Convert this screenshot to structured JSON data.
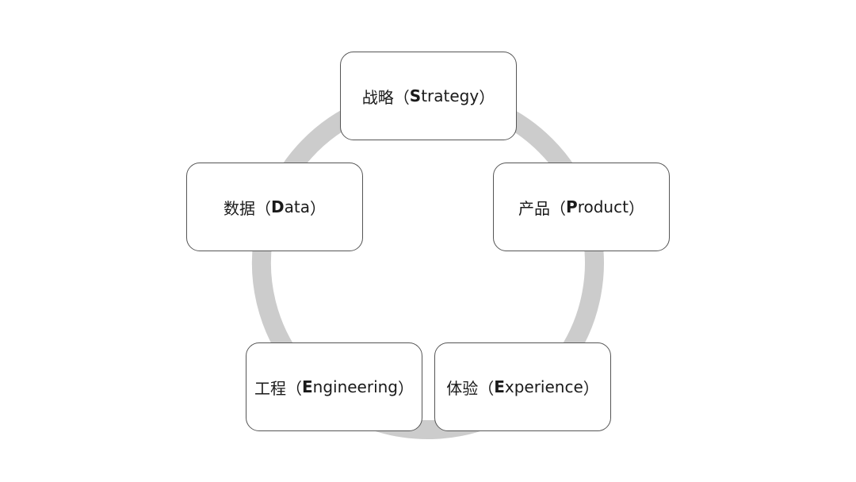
{
  "colors": {
    "ring": "#cccccc",
    "box_border": "#555555",
    "box_fill": "#ffffff",
    "text": "#1a1a1a"
  },
  "nodes": {
    "strategy": {
      "zh": "战略",
      "open": "（",
      "initial": "S",
      "rest": "trategy",
      "close": "）"
    },
    "product": {
      "zh": "产品",
      "open": "（",
      "initial": "P",
      "rest": "roduct",
      "close": "）"
    },
    "experience": {
      "zh": "体验",
      "open": "（",
      "initial": "E",
      "rest": "xperience",
      "close": "）"
    },
    "engineering": {
      "zh": "工程",
      "open": "（",
      "initial": "E",
      "rest": "ngineering",
      "close": "）"
    },
    "data": {
      "zh": "数据",
      "open": "（",
      "initial": "D",
      "rest": "ata",
      "close": "）"
    }
  }
}
